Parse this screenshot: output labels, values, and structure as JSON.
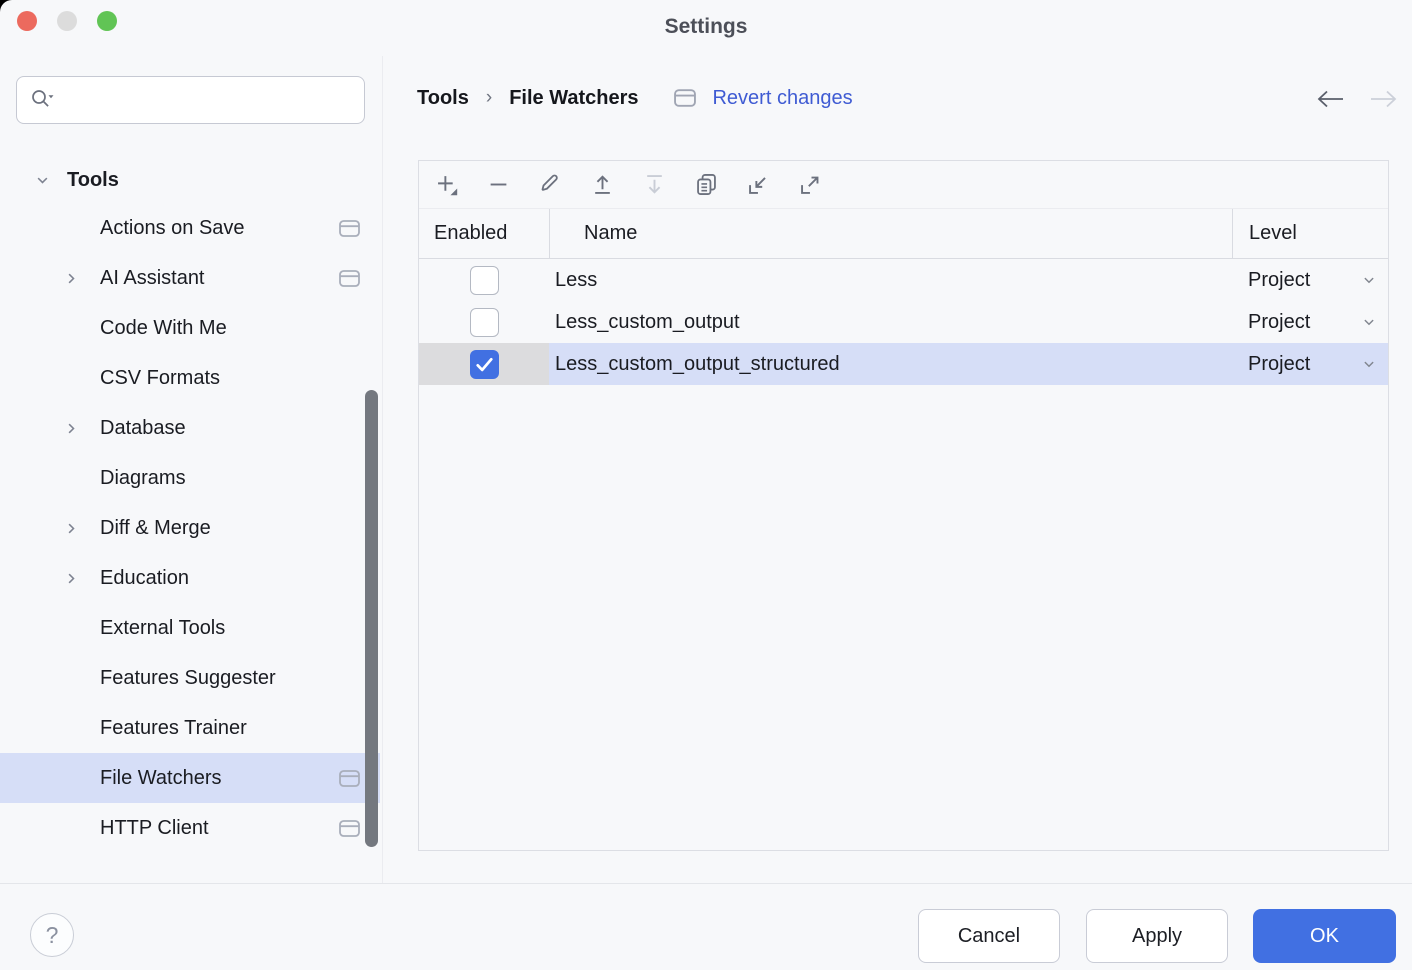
{
  "window": {
    "title": "Settings"
  },
  "sidebar": {
    "search_placeholder": "",
    "root_label": "Tools",
    "items": [
      {
        "label": "Actions on Save",
        "expand_arrow": false,
        "card_icon": true,
        "selected": false
      },
      {
        "label": "AI Assistant",
        "expand_arrow": true,
        "card_icon": true,
        "selected": false
      },
      {
        "label": "Code With Me",
        "expand_arrow": false,
        "card_icon": false,
        "selected": false
      },
      {
        "label": "CSV Formats",
        "expand_arrow": false,
        "card_icon": false,
        "selected": false
      },
      {
        "label": "Database",
        "expand_arrow": true,
        "card_icon": false,
        "selected": false
      },
      {
        "label": "Diagrams",
        "expand_arrow": false,
        "card_icon": false,
        "selected": false
      },
      {
        "label": "Diff & Merge",
        "expand_arrow": true,
        "card_icon": false,
        "selected": false
      },
      {
        "label": "Education",
        "expand_arrow": true,
        "card_icon": false,
        "selected": false
      },
      {
        "label": "External Tools",
        "expand_arrow": false,
        "card_icon": false,
        "selected": false
      },
      {
        "label": "Features Suggester",
        "expand_arrow": false,
        "card_icon": false,
        "selected": false
      },
      {
        "label": "Features Trainer",
        "expand_arrow": false,
        "card_icon": false,
        "selected": false
      },
      {
        "label": "File Watchers",
        "expand_arrow": false,
        "card_icon": true,
        "selected": true
      },
      {
        "label": "HTTP Client",
        "expand_arrow": false,
        "card_icon": true,
        "selected": false
      }
    ]
  },
  "breadcrumb": {
    "parent": "Tools",
    "separator": "›",
    "current": "File Watchers",
    "revert_label": "Revert changes"
  },
  "nav": {
    "back_enabled": true,
    "forward_enabled": false
  },
  "toolbar": {
    "buttons": [
      {
        "icon": "add",
        "disabled": false
      },
      {
        "icon": "remove",
        "disabled": false
      },
      {
        "icon": "edit",
        "disabled": false
      },
      {
        "icon": "move-up",
        "disabled": false
      },
      {
        "icon": "move-down",
        "disabled": true
      },
      {
        "icon": "copy",
        "disabled": false
      },
      {
        "icon": "import",
        "disabled": false
      },
      {
        "icon": "export",
        "disabled": false
      }
    ]
  },
  "table": {
    "columns": [
      "Enabled",
      "Name",
      "Level"
    ],
    "rows": [
      {
        "enabled": false,
        "name": "Less",
        "level": "Project",
        "selected": false
      },
      {
        "enabled": false,
        "name": "Less_custom_output",
        "level": "Project",
        "selected": false
      },
      {
        "enabled": true,
        "name": "Less_custom_output_structured",
        "level": "Project",
        "selected": true
      }
    ]
  },
  "footer": {
    "help": "?",
    "cancel_label": "Cancel",
    "apply_label": "Apply",
    "ok_label": "OK"
  },
  "colors": {
    "accent": "#4170e2",
    "link": "#3f5bd3",
    "selection_bg": "#d6def7",
    "selection_gray": "#dcdcde",
    "icon_gray": "#6c717e",
    "icon_disabled": "#c9cdd6",
    "card_icon": "#a9aebb"
  }
}
